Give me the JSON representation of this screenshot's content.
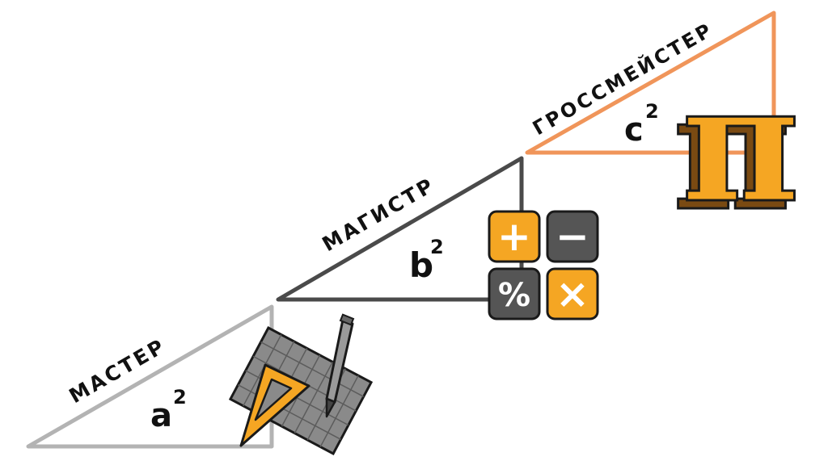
{
  "labels": {
    "tier1": "МАСТЕР",
    "tier2": "МАГИСТР",
    "tier3": "ГРОССМЕЙСТЕР"
  },
  "squares": {
    "tier1": {
      "base": "a",
      "exp": "2"
    },
    "tier2": {
      "base": "b",
      "exp": "2"
    },
    "tier3": {
      "base": "c",
      "exp": "2"
    }
  },
  "calculator": {
    "plus": "+",
    "minus": "−",
    "percent": "%",
    "times": "×"
  },
  "pi_symbol": "π",
  "colors": {
    "tier1": "#b3b3b3",
    "tier2": "#4a4a4a",
    "tier3": "#f0955a",
    "accent": "#f5a623",
    "dark": "#555555",
    "outline": "#1a1a1a"
  }
}
